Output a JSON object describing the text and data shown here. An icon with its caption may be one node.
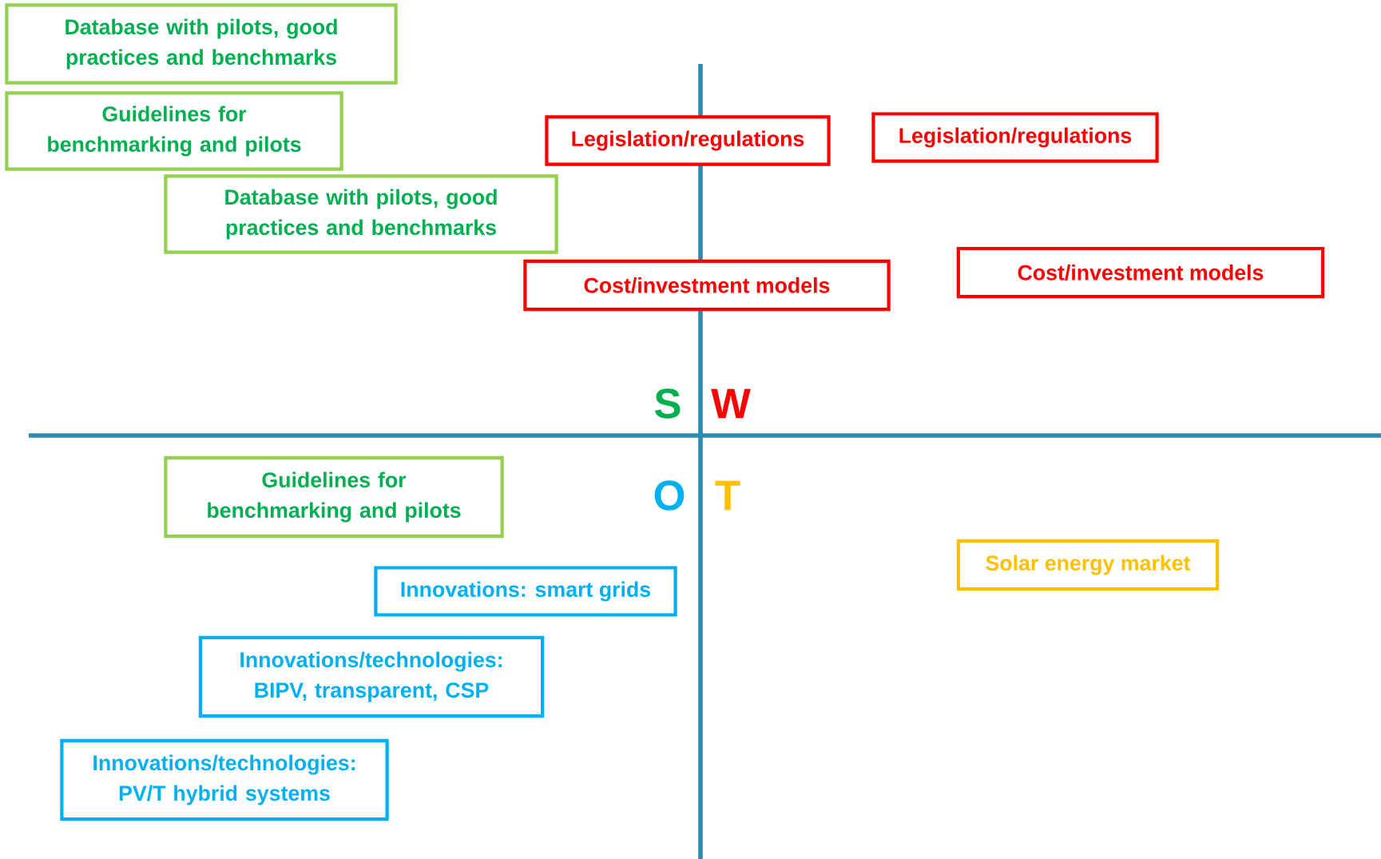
{
  "diagram": {
    "nodes": [
      {
        "text": [
          "Database with pilots, good practices and benchmarks"
        ]
      },
      {
        "text": [
          "Guidelines for benchmarking and pilots"
        ]
      },
      {
        "text": [
          "Database with pilots, good practices and benchmarks"
        ]
      },
      {
        "text": [
          "Legislation/regulations"
        ]
      },
      {
        "text": [
          "Legislation/regulations"
        ]
      },
      {
        "text": [
          "Cost/investment models"
        ]
      },
      {
        "text": [
          "Cost/investment models"
        ]
      },
      {
        "text": [
          "Guidelines for benchmarking and pilots"
        ]
      },
      {
        "text": [
          "Innovations: smart grids"
        ]
      },
      {
        "text": [
          "Solar energy market"
        ]
      },
      {
        "text": [
          "Innovations/technologies: BIPV, transparent, CSP"
        ]
      },
      {
        "text": [
          "Innovations/technologies: PV/T hybrid systems"
        ]
      }
    ],
    "labels": [
      "S",
      "W",
      "O",
      "T"
    ]
  }
}
